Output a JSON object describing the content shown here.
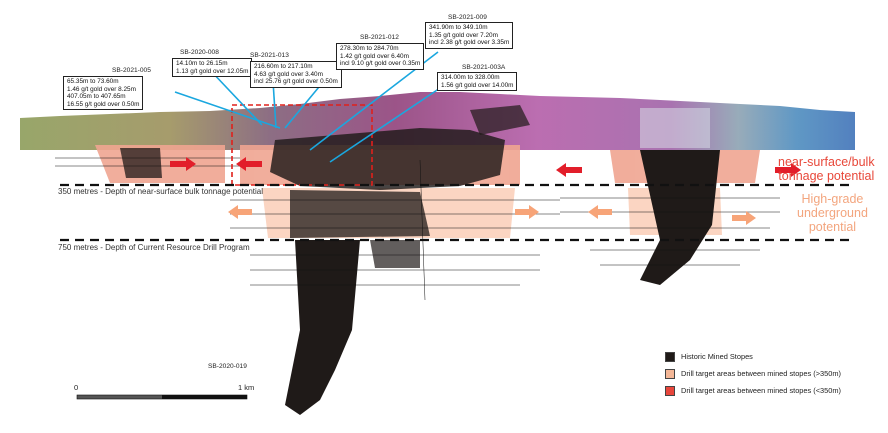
{
  "drill_holes": [
    {
      "id": "SB-2021-005",
      "lines": [
        "65.35m to 73.60m",
        "1.46 g/t gold over 8.25m",
        "407.05m to 407.65m",
        "16.55 g/t gold over 0.50m"
      ]
    },
    {
      "id": "SB-2020-008",
      "lines": [
        "14.10m to 26.15m",
        "1.13 g/t gold over 12.05m"
      ]
    },
    {
      "id": "SB-2021-013",
      "lines": [
        "216.60m to 217.10m",
        "4.63 g/t gold over 3.40m",
        "incl 25.76 g/t gold over 0.50m"
      ]
    },
    {
      "id": "SB-2021-012",
      "lines": [
        "278.30m to 284.70m",
        "1.42 g/t gold over 6.40m",
        "incl 9.10 g/t gold over 0.35m"
      ]
    },
    {
      "id": "SB-2021-009",
      "lines": [
        "341.90m to 349.10m",
        "1.35 g/t gold over 7.20m",
        "incl 2.38 g/t gold over 3.35m"
      ]
    },
    {
      "id": "SB-2021-003A",
      "lines": [
        "314.00m to 328.00m",
        "1.56 g/t gold over 14.00m"
      ]
    }
  ],
  "other_hole_label": "SB-2020-019",
  "depth_lines": {
    "near_surface": "350 metres - Depth of near-surface bulk tonnage potential",
    "resource": "750 metres - Depth of Current Resource Drill Program"
  },
  "zone_labels": {
    "near_surface": [
      "near-surface/bulk",
      "tonnage potential"
    ],
    "high_grade": [
      "High-grade",
      "underground",
      "potential"
    ]
  },
  "colors": {
    "near_surface": "#e8483a",
    "high_grade": "#f3a57e",
    "stope": "#1f1a18",
    "callout_line": "#1aa7df",
    "target_dashed": "#e0201b"
  },
  "legend": [
    {
      "label": "Historic Mined Stopes",
      "color": "#1f1a18"
    },
    {
      "label": "Drill target areas between mined stopes (>350m)",
      "color": "#f4b797"
    },
    {
      "label": "Drill target areas between mined stopes (<350m)",
      "color": "#e8463c"
    }
  ],
  "scale": {
    "start": "0",
    "end": "1 km"
  }
}
